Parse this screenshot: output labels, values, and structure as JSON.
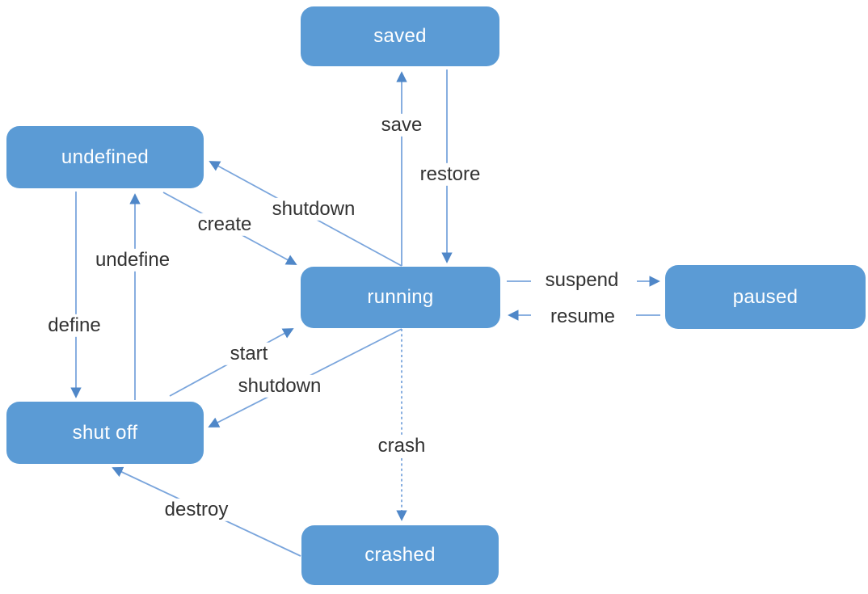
{
  "colors": {
    "bg": "#ffffff",
    "node-fill": "#5b9bd5",
    "node-text": "#ffffff",
    "line": "#7aa5dc",
    "arrow": "#4f87c8",
    "label-text": "#323232"
  },
  "diagram": {
    "type": "state-transition-diagram",
    "nodes": {
      "saved": {
        "label": "saved"
      },
      "undefined": {
        "label": "undefined"
      },
      "running": {
        "label": "running"
      },
      "paused": {
        "label": "paused"
      },
      "shut_off": {
        "label": "shut off"
      },
      "crashed": {
        "label": "crashed"
      }
    },
    "edges": {
      "save": {
        "label": "save",
        "from": "running",
        "to": "saved",
        "line_style": "solid"
      },
      "restore": {
        "label": "restore",
        "from": "saved",
        "to": "running",
        "line_style": "solid"
      },
      "shutdown_top": {
        "label": "shutdown",
        "from": "running",
        "to": "undefined",
        "line_style": "solid"
      },
      "create": {
        "label": "create",
        "from": "undefined",
        "to": "running",
        "line_style": "solid"
      },
      "undefine": {
        "label": "undefine",
        "from": "shut_off",
        "to": "undefined",
        "line_style": "solid"
      },
      "define": {
        "label": "define",
        "from": "undefined",
        "to": "shut_off",
        "line_style": "solid"
      },
      "start": {
        "label": "start",
        "from": "shut_off",
        "to": "running",
        "line_style": "solid"
      },
      "shutdown_bottom": {
        "label": "shutdown",
        "from": "running",
        "to": "shut_off",
        "line_style": "solid"
      },
      "suspend": {
        "label": "suspend",
        "from": "running",
        "to": "paused",
        "line_style": "solid"
      },
      "resume": {
        "label": "resume",
        "from": "paused",
        "to": "running",
        "line_style": "solid"
      },
      "crash": {
        "label": "crash",
        "from": "running",
        "to": "crashed",
        "line_style": "dashed"
      },
      "destroy": {
        "label": "destroy",
        "from": "crashed",
        "to": "shut_off",
        "line_style": "solid"
      }
    }
  }
}
